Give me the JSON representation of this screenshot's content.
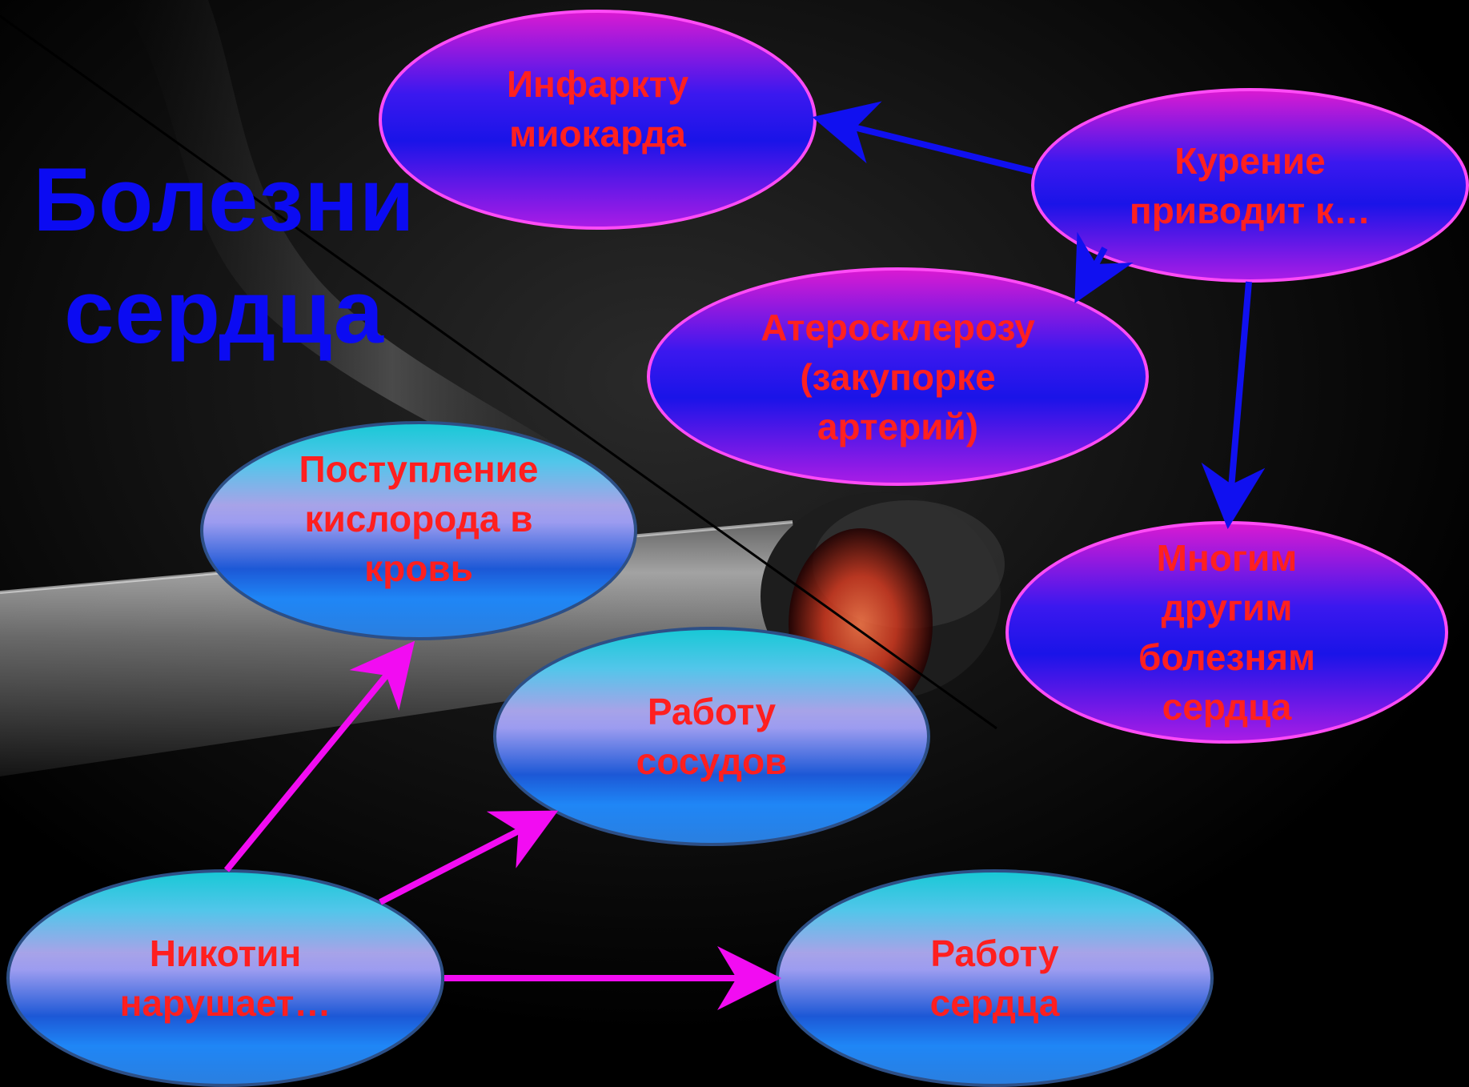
{
  "title": {
    "line1": "Болезни",
    "line2": "сердца"
  },
  "colors": {
    "title": "#0b0bf2",
    "node_text": "#ff2020",
    "smoking_arrows": "#1010f0",
    "nicotine_arrows": "#f20cf2"
  },
  "nodes": {
    "smoking": {
      "line1": "Курение",
      "line2": "приводит к…"
    },
    "infarction": {
      "line1": "Инфаркту",
      "line2": "миокарда"
    },
    "atherosclerosis": {
      "line1": "Атеросклерозу",
      "line2": "(закупорке",
      "line3": "артерий)"
    },
    "other_diseases": {
      "line1": "Многим",
      "line2": "другим",
      "line3": "болезням",
      "line4": "сердца"
    },
    "nicotine": {
      "line1": "Никотин",
      "line2": "нарушает…"
    },
    "oxygen": {
      "line1": "Поступление",
      "line2": "кислорода в",
      "line3": "кровь"
    },
    "vessels": {
      "line1": "Работу",
      "line2": "сосудов"
    },
    "heart": {
      "line1": "Работу",
      "line2": "сердца"
    }
  }
}
